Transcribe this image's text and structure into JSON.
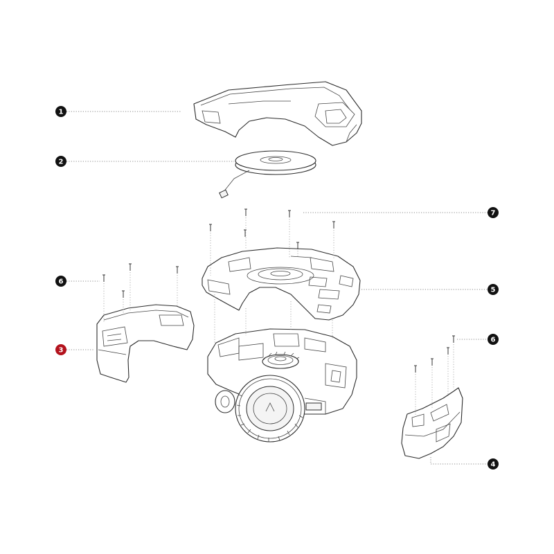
{
  "diagram": {
    "callouts": [
      {
        "id": "c1",
        "label": "1",
        "color": "#111111"
      },
      {
        "id": "c2",
        "label": "2",
        "color": "#111111"
      },
      {
        "id": "c7",
        "label": "7",
        "color": "#111111"
      },
      {
        "id": "c6a",
        "label": "6",
        "color": "#111111"
      },
      {
        "id": "c5",
        "label": "5",
        "color": "#111111"
      },
      {
        "id": "c3",
        "label": "3",
        "color": "#b3121d"
      },
      {
        "id": "c6b",
        "label": "6",
        "color": "#111111"
      },
      {
        "id": "c4",
        "label": "4",
        "color": "#111111"
      }
    ]
  }
}
